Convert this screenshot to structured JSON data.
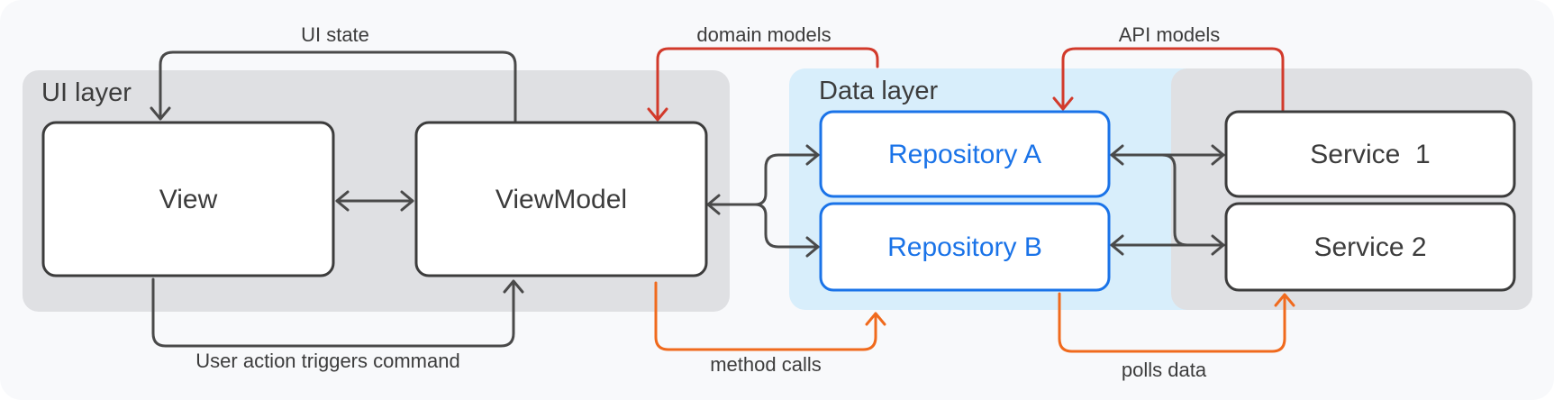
{
  "colors": {
    "outer_bg": "#f8f9fb",
    "layer_gray": "#dfe0e3",
    "data_layer_blue": "#d8eefb",
    "box_fill": "#ffffff",
    "box_border_dark": "#3c3c3c",
    "box_border_blue": "#1a73e8",
    "text_dark": "#3c3c3c",
    "text_blue": "#1a73e8",
    "arrow_dark": "#4a4a4a",
    "arrow_red": "#d23a2b",
    "arrow_orange": "#f06a1d"
  },
  "layers": {
    "ui": {
      "label": "UI layer"
    },
    "data": {
      "label": "Data layer"
    }
  },
  "boxes": {
    "view": {
      "label": "View"
    },
    "viewmodel": {
      "label": "ViewModel"
    },
    "repo_a": {
      "label": "Repository A"
    },
    "repo_b": {
      "label": "Repository B"
    },
    "service_1": {
      "label": "Service  1"
    },
    "service_2": {
      "label": "Service 2"
    }
  },
  "edges": {
    "ui_state": {
      "label": "UI state"
    },
    "domain_models": {
      "label": "domain models"
    },
    "api_models": {
      "label": "API models"
    },
    "user_action": {
      "label": "User action triggers command"
    },
    "method_calls": {
      "label": "method calls"
    },
    "polls_data": {
      "label": "polls data"
    }
  }
}
